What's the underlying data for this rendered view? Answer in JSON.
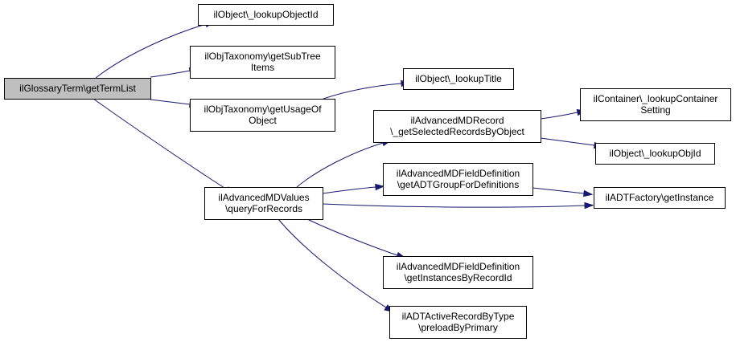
{
  "graph": {
    "edge_color": "#191970",
    "root_fill": "#bfbfbf",
    "nodes": [
      {
        "id": "root",
        "lines": [
          "ilGlossaryTerm\\getTermList"
        ],
        "root": true
      },
      {
        "id": "lookupObjectId",
        "lines": [
          "ilObject\\_lookupObjectId"
        ]
      },
      {
        "id": "getSubTreeItems",
        "lines": [
          "ilObjTaxonomy\\getSubTree",
          "Items"
        ]
      },
      {
        "id": "getUsageOfObject",
        "lines": [
          "ilObjTaxonomy\\getUsageOf",
          "Object"
        ]
      },
      {
        "id": "queryForRecords",
        "lines": [
          "ilAdvancedMDValues",
          "\\queryForRecords"
        ]
      },
      {
        "id": "lookupTitle",
        "lines": [
          "ilObject\\_lookupTitle"
        ]
      },
      {
        "id": "getSelectedRecordsByObject",
        "lines": [
          "ilAdvancedMDRecord",
          "\\_getSelectedRecordsByObject"
        ]
      },
      {
        "id": "getADTGroupForDefinitions",
        "lines": [
          "ilAdvancedMDFieldDefinition",
          "\\getADTGroupForDefinitions"
        ]
      },
      {
        "id": "getInstancesByRecordId",
        "lines": [
          "ilAdvancedMDFieldDefinition",
          "\\getInstancesByRecordId"
        ]
      },
      {
        "id": "preloadByPrimary",
        "lines": [
          "ilADTActiveRecordByType",
          "\\preloadByPrimary"
        ]
      },
      {
        "id": "lookupContainerSetting",
        "lines": [
          "ilContainer\\_lookupContainer",
          "Setting"
        ]
      },
      {
        "id": "lookupObjId",
        "lines": [
          "ilObject\\_lookupObjId"
        ]
      },
      {
        "id": "getInstance",
        "lines": [
          "ilADTFactory\\getInstance"
        ]
      }
    ],
    "edges": [
      {
        "from": "root",
        "to": "lookupObjectId"
      },
      {
        "from": "root",
        "to": "getSubTreeItems"
      },
      {
        "from": "root",
        "to": "getUsageOfObject"
      },
      {
        "from": "root",
        "to": "queryForRecords"
      },
      {
        "from": "getUsageOfObject",
        "to": "lookupTitle"
      },
      {
        "from": "queryForRecords",
        "to": "getSelectedRecordsByObject"
      },
      {
        "from": "queryForRecords",
        "to": "getADTGroupForDefinitions"
      },
      {
        "from": "queryForRecords",
        "to": "getInstance"
      },
      {
        "from": "queryForRecords",
        "to": "getInstancesByRecordId"
      },
      {
        "from": "queryForRecords",
        "to": "preloadByPrimary"
      },
      {
        "from": "getSelectedRecordsByObject",
        "to": "lookupContainerSetting"
      },
      {
        "from": "getSelectedRecordsByObject",
        "to": "lookupObjId"
      },
      {
        "from": "getADTGroupForDefinitions",
        "to": "getInstance"
      }
    ]
  }
}
